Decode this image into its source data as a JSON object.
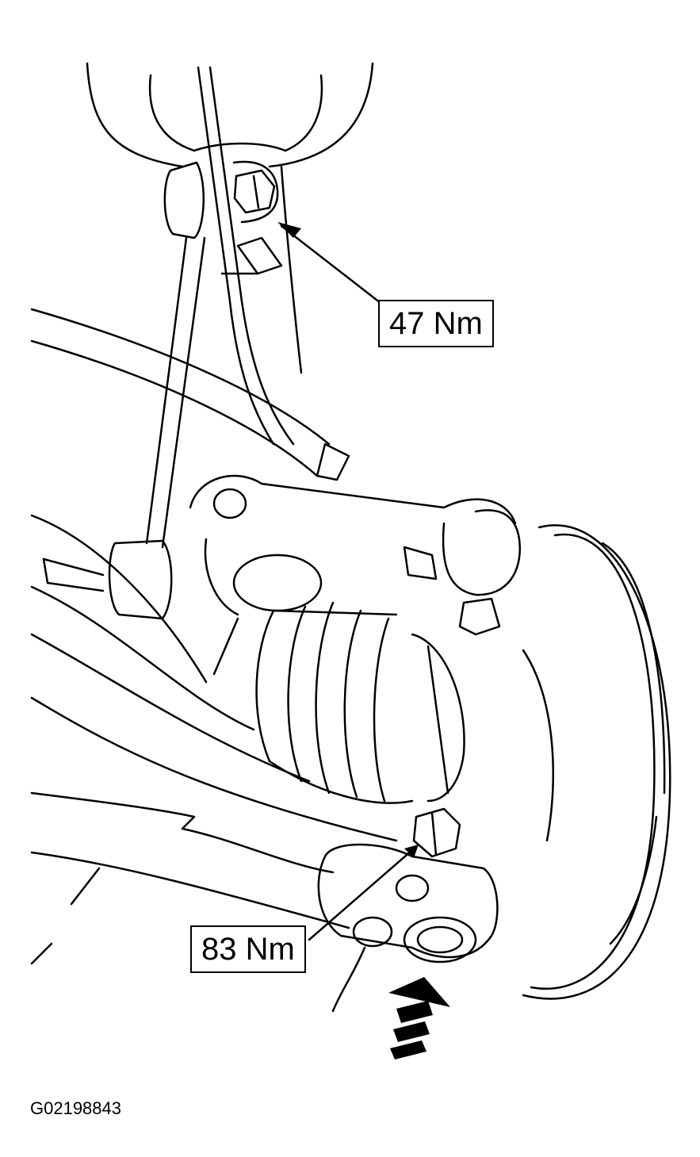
{
  "labels": {
    "upper_torque": "47 Nm",
    "lower_torque": "83 Nm"
  },
  "figure_id": "G02198843",
  "colors": {
    "line": "#000000",
    "background": "#ffffff"
  }
}
